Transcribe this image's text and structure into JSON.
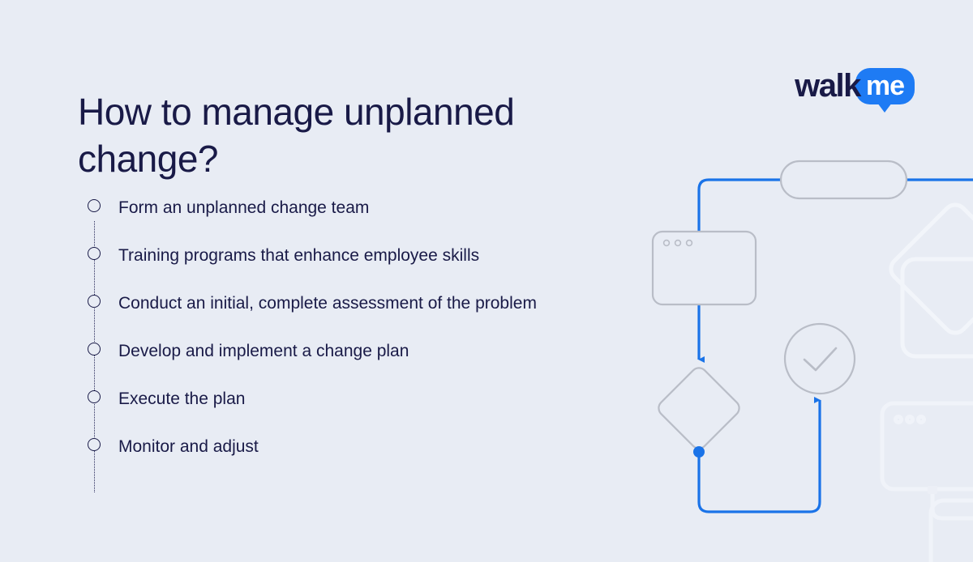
{
  "page": {
    "background_color": "#e8ecf4",
    "text_color": "#191a47",
    "accent_color": "#1a73e8",
    "shape_outline_color": "#b9bdc7"
  },
  "header": {
    "title": "How to manage unplanned change?"
  },
  "logo": {
    "word_mark": "walk",
    "bubble_text": "me",
    "bubble_color": "#1e7bf4",
    "word_color": "#191a47"
  },
  "steps": {
    "items": [
      {
        "label": "Form an unplanned change team"
      },
      {
        "label": "Training programs that enhance employee skills"
      },
      {
        "label": "Conduct an initial, complete assessment of the problem"
      },
      {
        "label": "Develop and implement a change plan"
      },
      {
        "label": "Execute the plan"
      },
      {
        "label": "Monitor and adjust"
      }
    ]
  },
  "flow_diagram": {
    "nodes": [
      {
        "name": "pill-node",
        "shape": "rounded-pill"
      },
      {
        "name": "browser-window-node",
        "shape": "window-card",
        "dots": 3
      },
      {
        "name": "decision-node",
        "shape": "diamond"
      },
      {
        "name": "success-node",
        "shape": "circle-check"
      }
    ],
    "connectors": [
      {
        "name": "connector-pill-right",
        "color": "#1a73e8"
      },
      {
        "name": "connector-pill-to-window",
        "color": "#1a73e8"
      },
      {
        "name": "connector-window-to-decision",
        "color": "#1a73e8",
        "arrow": true
      },
      {
        "name": "connector-decision-to-success",
        "color": "#1a73e8",
        "arrow": true
      }
    ],
    "junction_dot_color": "#1a73e8"
  }
}
